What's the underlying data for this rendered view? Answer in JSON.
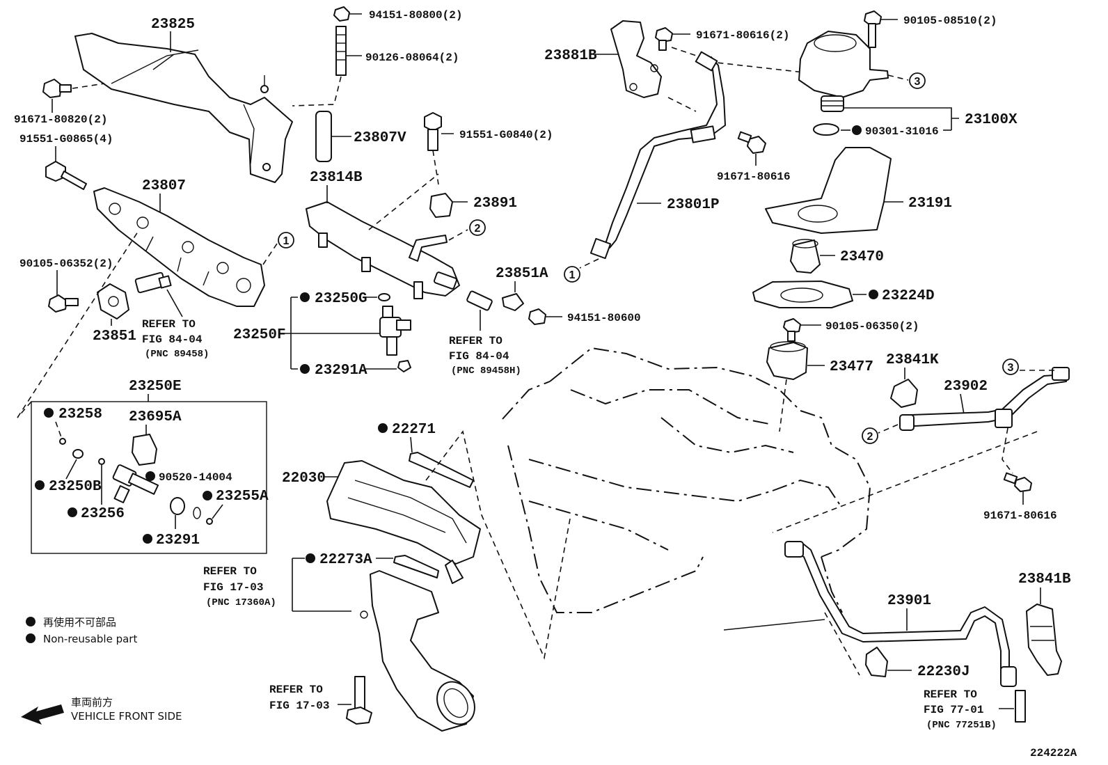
{
  "diagram_id": "224222A",
  "callouts": {
    "p23825": "23825",
    "p94151_80800": "94151-80800(2)",
    "p90126_08064": "90126-08064(2)",
    "p91671_80820": "91671-80820(2)",
    "p91551_G0865": "91551-G0865(4)",
    "p23807V": "23807V",
    "p23807": "23807",
    "p91551_G0840": "91551-G0840(2)",
    "p23814B": "23814B",
    "p23891": "23891",
    "p90105_06352": "90105-06352(2)",
    "p23851": "23851",
    "p23851A": "23851A",
    "p94151_80600": "94151-80600",
    "p23250G": "23250G",
    "p23250F": "23250F",
    "p23291A": "23291A",
    "p23881B": "23881B",
    "p91671_80616_2": "91671-80616(2)",
    "p90105_08510": "90105-08510(2)",
    "p23100X": "23100X",
    "p90301_31016": "90301-31016",
    "p91671_80616_a": "91671-80616",
    "p23801P": "23801P",
    "p23191": "23191",
    "p23470": "23470",
    "p23224D": "23224D",
    "p90105_06350": "90105-06350(2)",
    "p23477": "23477",
    "p23841K": "23841K",
    "p23902": "23902",
    "p91671_80616_b": "91671-80616",
    "p23250E": "23250E",
    "p23258": "23258",
    "p23695A": "23695A",
    "p23250B": "23250B",
    "p90520_14004": "90520-14004",
    "p23255A": "23255A",
    "p23256": "23256",
    "p23291": "23291",
    "p22271": "22271",
    "p22030": "22030",
    "p22273A": "22273A",
    "p23901": "23901",
    "p23841B": "23841B",
    "p22230J": "22230J"
  },
  "refer_notes": {
    "r1": [
      "REFER TO",
      "FIG 84-04",
      "(PNC 89458)"
    ],
    "r2": [
      "REFER TO",
      "FIG 84-04",
      "(PNC 89458H)"
    ],
    "r3": [
      "REFER TO",
      "FIG 17-03",
      "(PNC 17360A)"
    ],
    "r4": [
      "REFER TO",
      "FIG 17-03"
    ],
    "r5": [
      "REFER TO",
      "FIG 77-01",
      "(PNC 77251B)"
    ]
  },
  "connection_markers": [
    "1",
    "2",
    "3"
  ],
  "legend": {
    "non_reusable_jp": "再使用不可部品",
    "non_reusable_en": "Non-reusable part",
    "front_jp": "車両前方",
    "front_en": "VEHICLE FRONT SIDE"
  }
}
